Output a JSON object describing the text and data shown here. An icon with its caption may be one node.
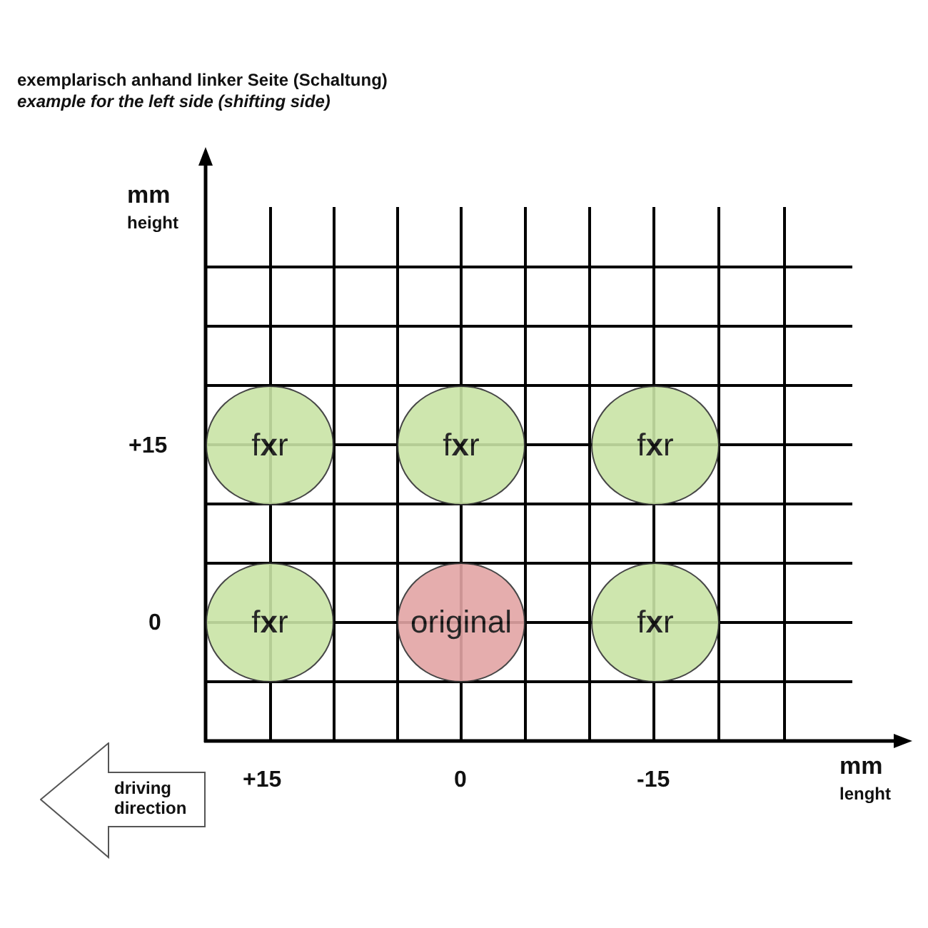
{
  "diagram": {
    "nodes": [
      {
        "text": [
          "f**x**r"
        ]
      },
      {
        "text": [
          "f**x**r"
        ]
      },
      {
        "text": [
          "f**x**r"
        ]
      },
      {
        "text": [
          "f**x**r"
        ]
      },
      {
        "text": [
          "original"
        ]
      },
      {
        "text": [
          "f**x**r"
        ]
      },
      {
        "text": [
          "driving direction"
        ]
      }
    ],
    "labels": [
      "exemplarisch anhand linker Seite (Schaltung)",
      "example for the left side (shifting side)",
      "mm",
      "height",
      "+15",
      "0",
      "+15",
      "0",
      "-15",
      "mm",
      "lenght"
    ]
  }
}
